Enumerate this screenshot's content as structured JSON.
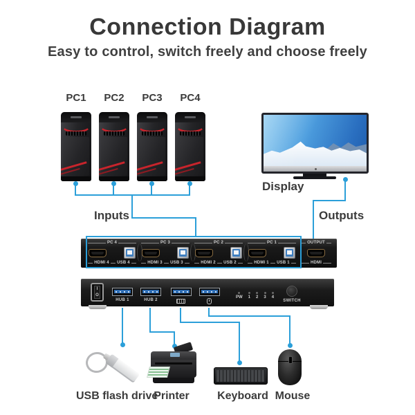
{
  "header": {
    "title": "Connection Diagram",
    "subtitle": "Easy to control, switch freely and choose freely"
  },
  "sources": {
    "inputs_label": "Inputs",
    "pc_labels": [
      "PC1",
      "PC2",
      "PC3",
      "PC4"
    ]
  },
  "output_side": {
    "outputs_label": "Outputs",
    "display_label": "Display"
  },
  "kvm_rear": {
    "groups": [
      {
        "pc": "PC 4",
        "hdmi": "HDMI 4",
        "usb": "USB 4"
      },
      {
        "pc": "PC 3",
        "hdmi": "HDMI 3",
        "usb": "USB 3"
      },
      {
        "pc": "PC 2",
        "hdmi": "HDMI 2",
        "usb": "USB 2"
      },
      {
        "pc": "PC 1",
        "hdmi": "HDMI 1",
        "usb": "USB 1"
      }
    ],
    "output_group": {
      "label": "OUTPUT",
      "port": "HDMI"
    }
  },
  "kvm_front": {
    "power": {
      "on": "I",
      "off": "O"
    },
    "hub1": "HUB 1",
    "hub2": "HUB 2",
    "led_labels": [
      "PW",
      "1",
      "2",
      "3",
      "4"
    ],
    "switch_label": "SWITCH"
  },
  "peripherals": {
    "flash": "USB flash drive",
    "printer": "Printer",
    "keyboard": "Keyboard",
    "mouse": "Mouse"
  },
  "colors": {
    "line_blue": "#2b9fd9",
    "pc_red": "#c8242c"
  }
}
